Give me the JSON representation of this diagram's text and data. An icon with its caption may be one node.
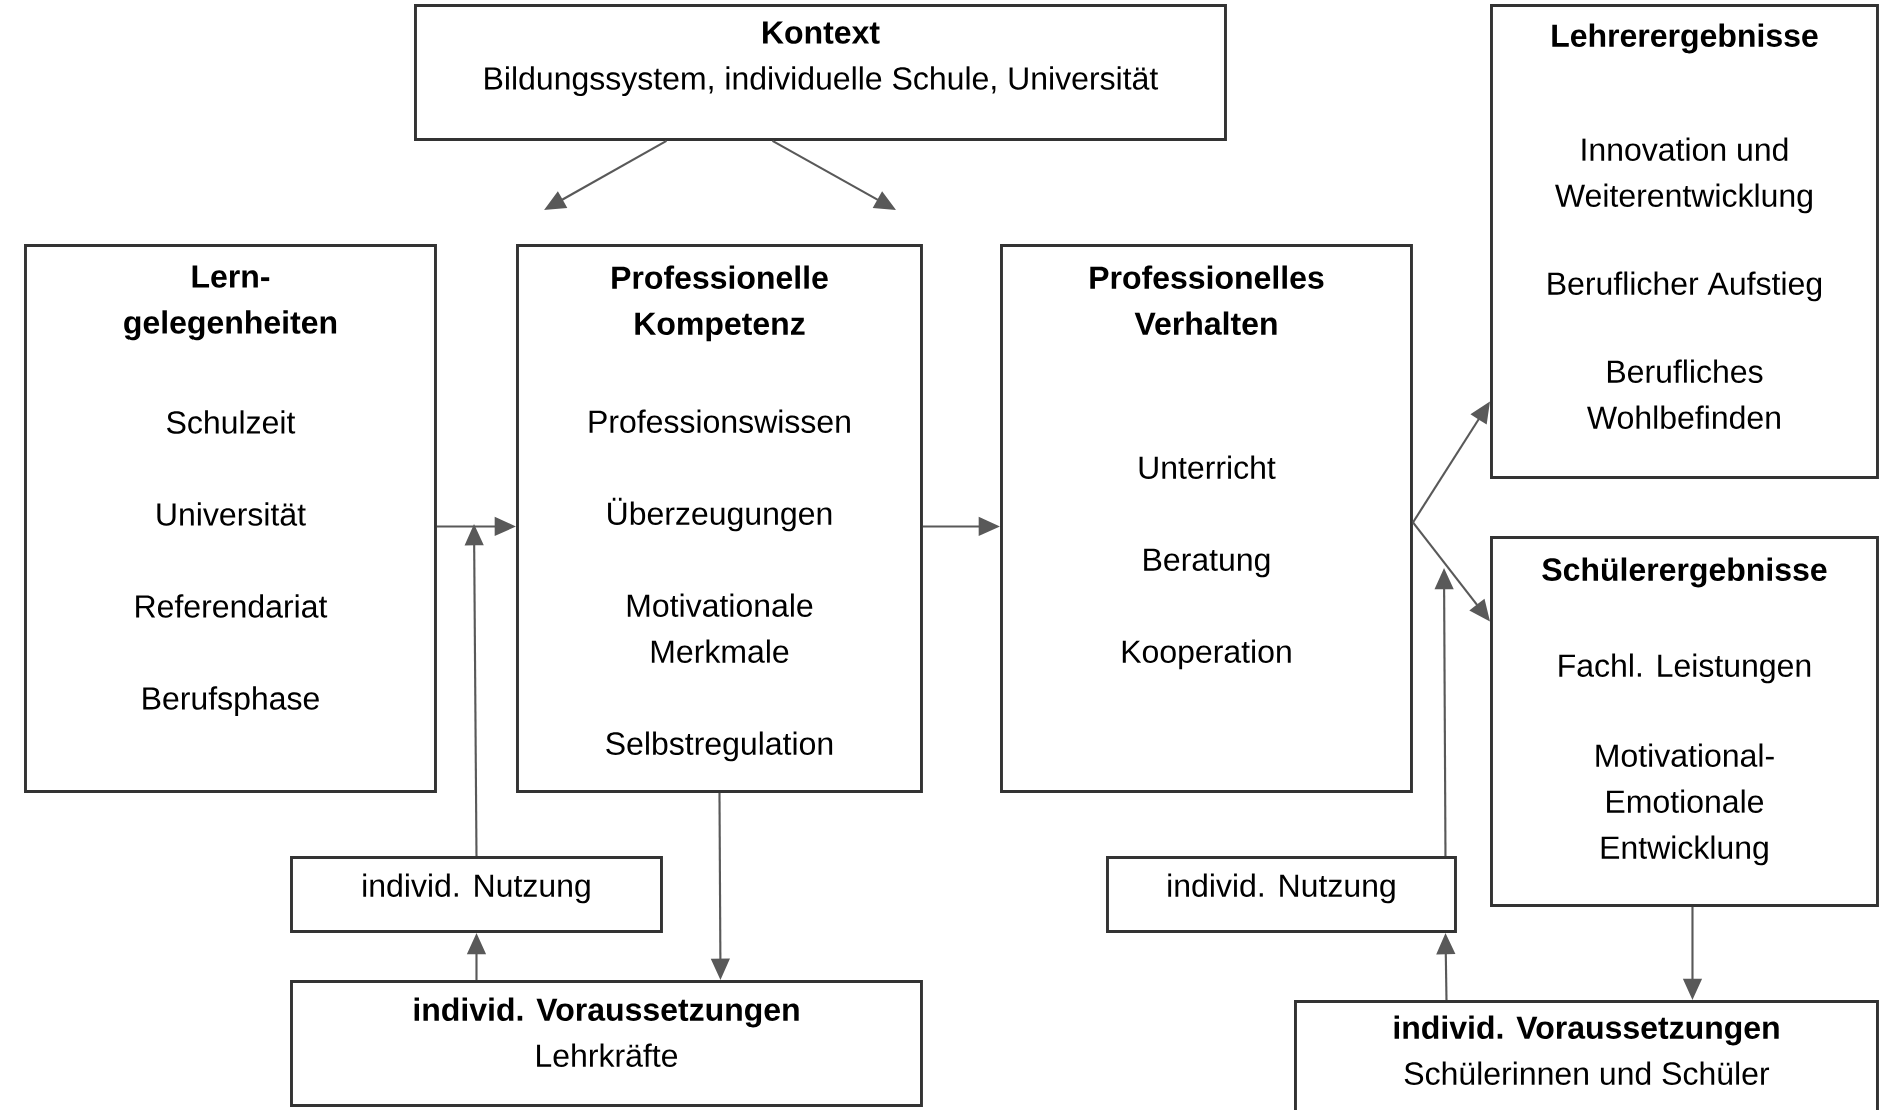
{
  "diagram": {
    "nodes": [
      {
        "text": [
          "Kontext",
          "Bildungssystem, individuelle Schule, Universität"
        ]
      },
      {
        "text": [
          "Lern- gelegenheiten",
          "Schulzeit",
          "Universität",
          "Referendariat",
          "Berufsphase"
        ]
      },
      {
        "text": [
          "Professionelle Kompetenz",
          "Professionswissen",
          "Überzeugungen",
          "Motivationale Merkmale",
          "Selbstregulation"
        ]
      },
      {
        "text": [
          "Professionelles Verhalten",
          "Unterricht",
          "Beratung",
          "Kooperation"
        ]
      },
      {
        "text": [
          "Lehrerergebnisse",
          "Innovation und Weiterentwicklung",
          "Beruflicher Aufstieg",
          "Berufliches Wohlbefinden"
        ]
      },
      {
        "text": [
          "Schülerergebnisse",
          "Fachl. Leistungen",
          "Motivational- Emotionale Entwicklung"
        ]
      },
      {
        "text": [
          "individ. Nutzung"
        ]
      },
      {
        "text": [
          "individ. Voraussetzungen",
          "Lehrkräfte"
        ]
      },
      {
        "text": [
          "individ. Nutzung"
        ]
      },
      {
        "text": [
          "individ. Voraussetzungen",
          "Schülerinnen und Schüler"
        ]
      }
    ],
    "edges": [
      {
        "from": 0,
        "to": null,
        "arrow": "to"
      },
      {
        "from": 0,
        "to": null,
        "arrow": "to"
      },
      {
        "from": 1,
        "to": 2,
        "arrow": "to"
      },
      {
        "from": 2,
        "to": 3,
        "arrow": "to"
      },
      {
        "from": 3,
        "to": 4,
        "arrow": "to"
      },
      {
        "from": 3,
        "to": 5,
        "arrow": "to"
      },
      {
        "from": 2,
        "to": 7,
        "arrow": "to"
      },
      {
        "from": 7,
        "to": 6,
        "arrow": "to"
      },
      {
        "from": 6,
        "to": null,
        "arrow": "to"
      },
      {
        "from": 5,
        "to": 9,
        "arrow": "to"
      },
      {
        "from": 9,
        "to": 8,
        "arrow": "to"
      },
      {
        "from": 8,
        "to": null,
        "arrow": "to"
      }
    ]
  }
}
